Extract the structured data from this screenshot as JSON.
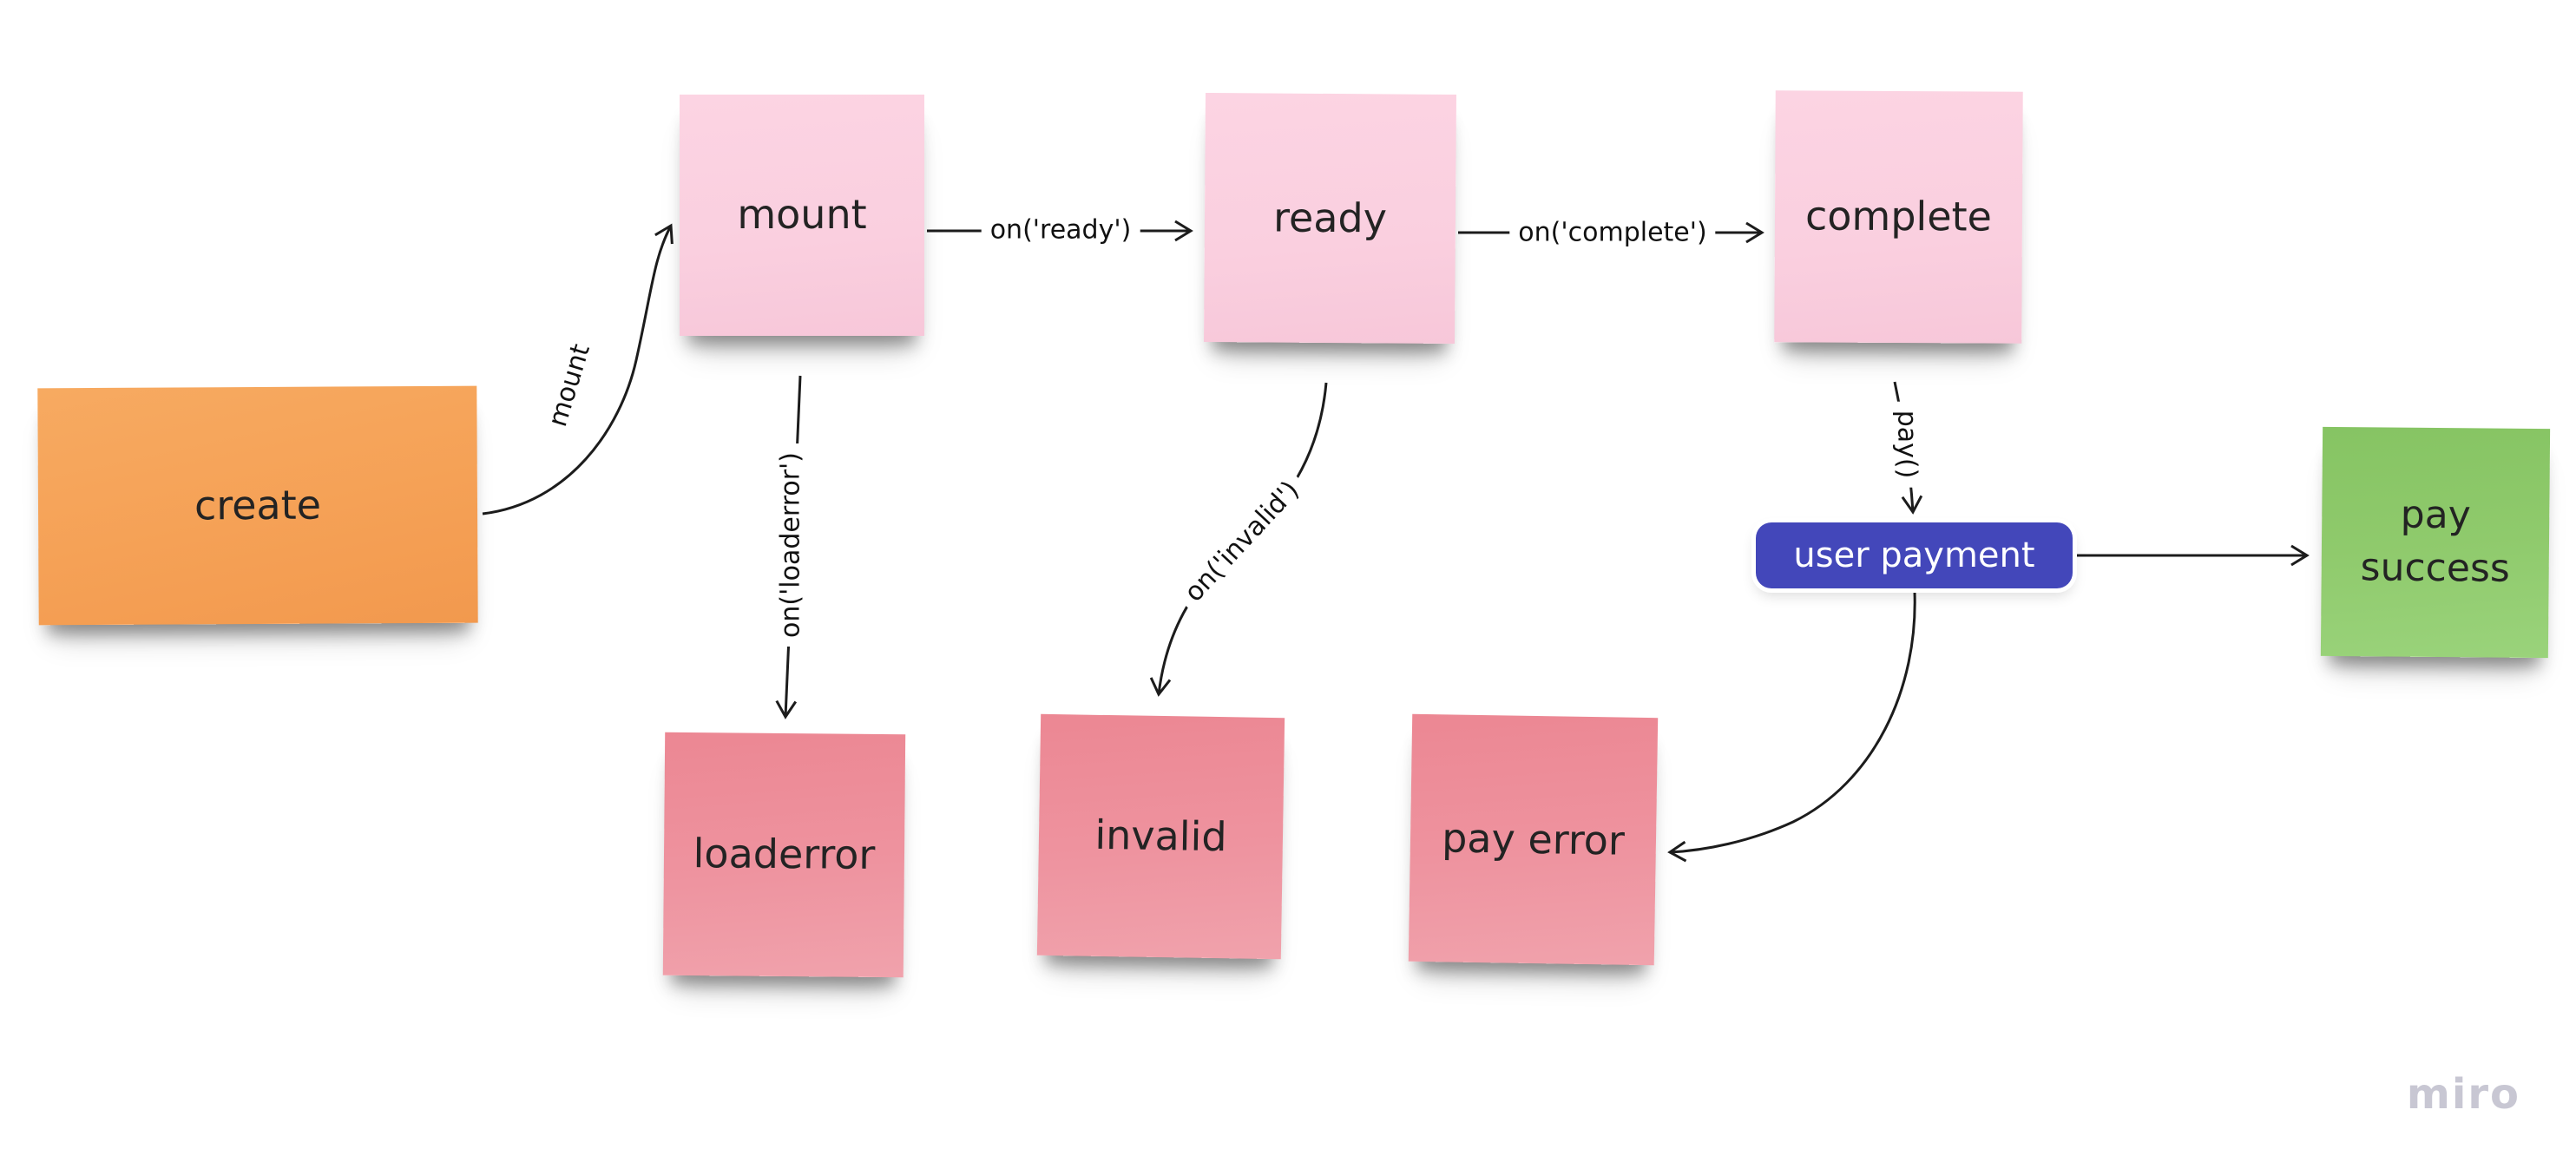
{
  "board": {
    "app": "miro",
    "background": "#ffffff"
  },
  "palette": {
    "sticky_orange": "#f5a156",
    "sticky_pink": "#facfdf",
    "sticky_salmon": "#ee939f",
    "sticky_green": "#8fca6c",
    "pill_blue": "#4347ba",
    "pill_text": "#ffffff",
    "connector": "#1c1c1c",
    "watermark_gray": "#c8c7d3"
  },
  "nodes": {
    "create": {
      "label": "create",
      "type": "sticky-note",
      "color": "#f5a156"
    },
    "mount": {
      "label": "mount",
      "type": "sticky-note",
      "color": "#facfdf"
    },
    "ready": {
      "label": "ready",
      "type": "sticky-note",
      "color": "#facfdf"
    },
    "complete": {
      "label": "complete",
      "type": "sticky-note",
      "color": "#facfdf"
    },
    "loaderror": {
      "label": "loaderror",
      "type": "sticky-note",
      "color": "#ee939f"
    },
    "invalid": {
      "label": "invalid",
      "type": "sticky-note",
      "color": "#ee939f"
    },
    "pay_error": {
      "label": "pay error",
      "type": "sticky-note",
      "color": "#ee939f"
    },
    "pay_success": {
      "label": "pay success",
      "type": "sticky-note",
      "color": "#8fca6c"
    },
    "user_payment": {
      "label": "user payment",
      "type": "rounded-shape",
      "color": "#4347ba"
    }
  },
  "edges": {
    "create_to_mount": {
      "from": "create",
      "to": "mount",
      "label": "mount"
    },
    "mount_to_ready": {
      "from": "mount",
      "to": "ready",
      "label": "on('ready')"
    },
    "ready_to_complete": {
      "from": "ready",
      "to": "complete",
      "label": "on('complete')"
    },
    "mount_to_loaderror": {
      "from": "mount",
      "to": "loaderror",
      "label": "on('loaderror')"
    },
    "ready_to_invalid": {
      "from": "ready",
      "to": "invalid",
      "label": "on('invalid')"
    },
    "complete_to_user_payment": {
      "from": "complete",
      "to": "user_payment",
      "label": "pay()"
    },
    "user_payment_to_pay_success": {
      "from": "user_payment",
      "to": "pay_success",
      "label": ""
    },
    "user_payment_to_pay_error": {
      "from": "user_payment",
      "to": "pay_error",
      "label": ""
    }
  },
  "watermark": {
    "text": "miro"
  }
}
